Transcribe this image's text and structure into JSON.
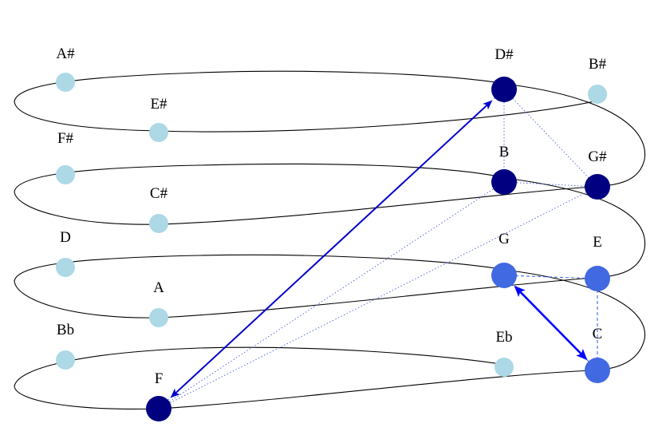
{
  "notes": [
    {
      "id": "A#",
      "label": "A#",
      "kind": "light"
    },
    {
      "id": "E#",
      "label": "E#",
      "kind": "light"
    },
    {
      "id": "D#",
      "label": "D#",
      "kind": "navy"
    },
    {
      "id": "B#",
      "label": "B#",
      "kind": "light"
    },
    {
      "id": "F#",
      "label": "F#",
      "kind": "light"
    },
    {
      "id": "C#",
      "label": "C#",
      "kind": "light"
    },
    {
      "id": "B",
      "label": "B",
      "kind": "navy"
    },
    {
      "id": "G#",
      "label": "G#",
      "kind": "navy"
    },
    {
      "id": "D",
      "label": "D",
      "kind": "light"
    },
    {
      "id": "A",
      "label": "A",
      "kind": "light"
    },
    {
      "id": "G",
      "label": "G",
      "kind": "royal"
    },
    {
      "id": "E",
      "label": "E",
      "kind": "royal"
    },
    {
      "id": "Bb",
      "label": "Bb",
      "kind": "light"
    },
    {
      "id": "F",
      "label": "F",
      "kind": "navy"
    },
    {
      "id": "Eb",
      "label": "Eb",
      "kind": "light"
    },
    {
      "id": "C",
      "label": "C",
      "kind": "royal"
    }
  ],
  "dotted_links": [
    [
      "D#",
      "B"
    ],
    [
      "D#",
      "G#"
    ],
    [
      "B",
      "G#"
    ],
    [
      "F",
      "D#"
    ],
    [
      "F",
      "B"
    ],
    [
      "F",
      "G#"
    ]
  ],
  "dashed_links": [
    [
      "G",
      "E"
    ],
    [
      "G",
      "C"
    ],
    [
      "E",
      "C"
    ]
  ],
  "arrows": [
    {
      "from": "F",
      "to": "D#",
      "color": "navy"
    },
    {
      "from": "G",
      "to": "C",
      "color": "royal"
    }
  ],
  "colors": {
    "light": "#add8e6",
    "navy": "#000080",
    "royal": "#4169e1",
    "arrow_navy": "#0000cd",
    "arrow_royal": "#0000ff",
    "dotted_line": "#4b5ee0",
    "dashed_line": "#4169e1",
    "spiral": "#000000"
  }
}
